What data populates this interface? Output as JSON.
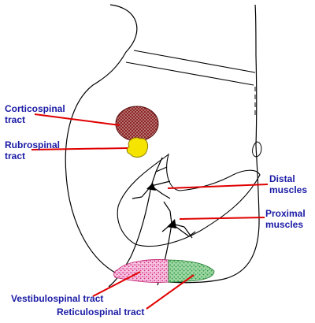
{
  "diagram": {
    "colors": {
      "label_text": "#1a1aa6",
      "leader_line": "#e00000",
      "outline": "#000000",
      "corticospinal_fill": "#8b1a1a",
      "rubrospinal_fill": "#f5e400",
      "vestibulospinal_fill": "#e0409a",
      "reticulospinal_fill": "#2e9e3e"
    },
    "labels": {
      "corticospinal_line1": "Corticospinal",
      "corticospinal_line2": "tract",
      "rubrospinal_line1": "Rubrospinal",
      "rubrospinal_line2": "tract",
      "distal_line1": "Distal",
      "distal_line2": "muscles",
      "proximal_line1": "Proximal",
      "proximal_line2": "muscles",
      "vestibulospinal": "Vestibulospinal tract",
      "reticulospinal": "Reticulospinal tract"
    }
  }
}
